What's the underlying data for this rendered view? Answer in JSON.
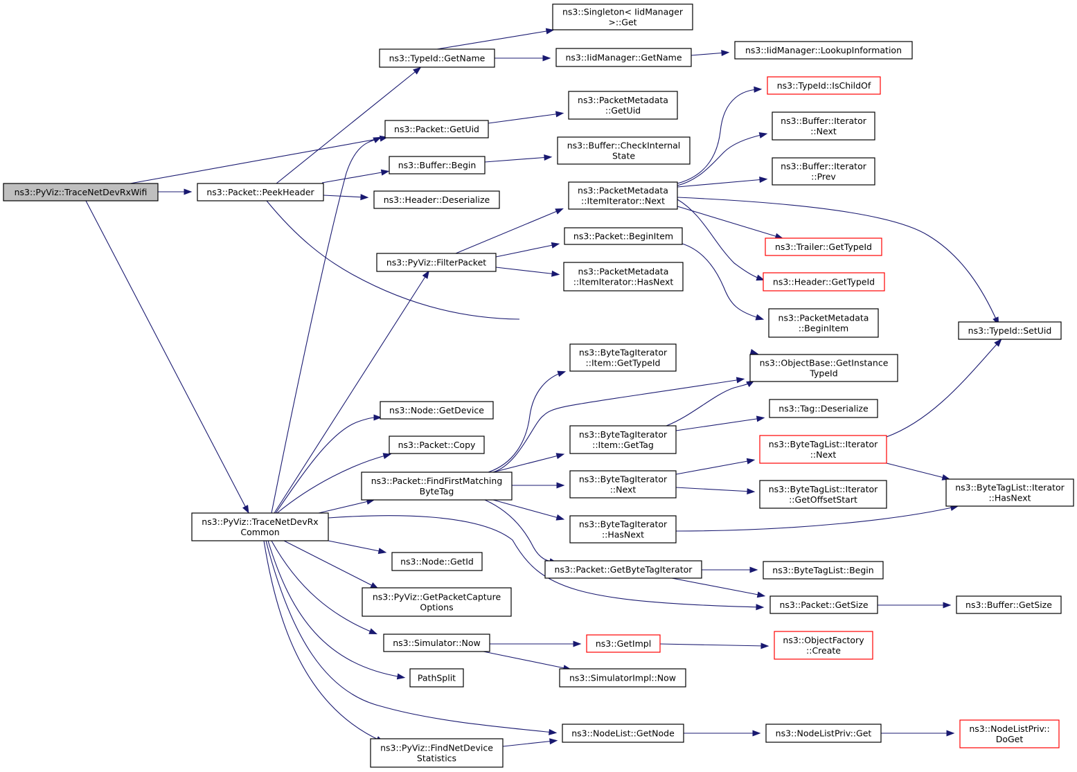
{
  "nodes": [
    {
      "id": "root",
      "lines": [
        "ns3::PyViz::TraceNetDevRxWifi"
      ],
      "style": "root"
    },
    {
      "id": "peek",
      "lines": [
        "ns3::Packet::PeekHeader"
      ],
      "style": "normal"
    },
    {
      "id": "common",
      "lines": [
        "ns3::PyViz::TraceNetDevRx",
        "Common"
      ],
      "style": "normal"
    },
    {
      "id": "typeid_getname",
      "lines": [
        "ns3::TypeId::GetName"
      ],
      "style": "normal"
    },
    {
      "id": "packet_getuid",
      "lines": [
        "ns3::Packet::GetUid"
      ],
      "style": "normal"
    },
    {
      "id": "buffer_begin",
      "lines": [
        "ns3::Buffer::Begin"
      ],
      "style": "normal"
    },
    {
      "id": "header_deser",
      "lines": [
        "ns3::Header::Deserialize"
      ],
      "style": "normal"
    },
    {
      "id": "filterpacket",
      "lines": [
        "ns3::PyViz::FilterPacket"
      ],
      "style": "normal"
    },
    {
      "id": "node_getdevice",
      "lines": [
        "ns3::Node::GetDevice"
      ],
      "style": "normal"
    },
    {
      "id": "packet_copy",
      "lines": [
        "ns3::Packet::Copy"
      ],
      "style": "normal"
    },
    {
      "id": "findfirst",
      "lines": [
        "ns3::Packet::FindFirstMatching",
        "ByteTag"
      ],
      "style": "normal"
    },
    {
      "id": "node_getid",
      "lines": [
        "ns3::Node::GetId"
      ],
      "style": "normal"
    },
    {
      "id": "getpacketcapture",
      "lines": [
        "ns3::PyViz::GetPacketCapture",
        "Options"
      ],
      "style": "normal"
    },
    {
      "id": "sim_now",
      "lines": [
        "ns3::Simulator::Now"
      ],
      "style": "normal"
    },
    {
      "id": "pathsplit",
      "lines": [
        "PathSplit"
      ],
      "style": "normal"
    },
    {
      "id": "findnetdev",
      "lines": [
        "ns3::PyViz::FindNetDevice",
        "Statistics"
      ],
      "style": "normal"
    },
    {
      "id": "singleton_get",
      "lines": [
        "ns3::Singleton< IidManager",
        ">::Get"
      ],
      "style": "normal"
    },
    {
      "id": "iid_getname",
      "lines": [
        "ns3::IidManager::GetName"
      ],
      "style": "normal"
    },
    {
      "id": "iid_lookup",
      "lines": [
        "ns3::IidManager::LookupInformation"
      ],
      "style": "normal"
    },
    {
      "id": "pm_getuid",
      "lines": [
        "ns3::PacketMetadata",
        "::GetUid"
      ],
      "style": "normal"
    },
    {
      "id": "buf_checkinternal",
      "lines": [
        "ns3::Buffer::CheckInternal",
        "State"
      ],
      "style": "normal"
    },
    {
      "id": "pm_iter_next",
      "lines": [
        "ns3::PacketMetadata",
        "::ItemIterator::Next"
      ],
      "style": "normal"
    },
    {
      "id": "packet_beginitem",
      "lines": [
        "ns3::Packet::BeginItem"
      ],
      "style": "normal"
    },
    {
      "id": "pm_iter_hasnext",
      "lines": [
        "ns3::PacketMetadata",
        "::ItemIterator::HasNext"
      ],
      "style": "normal"
    },
    {
      "id": "typeid_ischildof",
      "lines": [
        "ns3::TypeId::IsChildOf"
      ],
      "style": "trunc"
    },
    {
      "id": "bufiter_next",
      "lines": [
        "ns3::Buffer::Iterator",
        "::Next"
      ],
      "style": "normal"
    },
    {
      "id": "bufiter_prev",
      "lines": [
        "ns3::Buffer::Iterator",
        "::Prev"
      ],
      "style": "normal"
    },
    {
      "id": "trailer_gettypeid",
      "lines": [
        "ns3::Trailer::GetTypeId"
      ],
      "style": "trunc"
    },
    {
      "id": "header_gettypeid",
      "lines": [
        "ns3::Header::GetTypeId"
      ],
      "style": "trunc"
    },
    {
      "id": "pm_beginitem",
      "lines": [
        "ns3::PacketMetadata",
        "::BeginItem"
      ],
      "style": "normal"
    },
    {
      "id": "typeid_setuid",
      "lines": [
        "ns3::TypeId::SetUid"
      ],
      "style": "normal"
    },
    {
      "id": "objbase_getinst",
      "lines": [
        "ns3::ObjectBase::GetInstance",
        "TypeId"
      ],
      "style": "normal"
    },
    {
      "id": "bti_item_gettypeid",
      "lines": [
        "ns3::ByteTagIterator",
        "::Item::GetTypeId"
      ],
      "style": "normal"
    },
    {
      "id": "bti_item_gettag",
      "lines": [
        "ns3::ByteTagIterator",
        "::Item::GetTag"
      ],
      "style": "normal"
    },
    {
      "id": "bti_next",
      "lines": [
        "ns3::ByteTagIterator",
        "::Next"
      ],
      "style": "normal"
    },
    {
      "id": "bti_hasnext",
      "lines": [
        "ns3::ByteTagIterator",
        "::HasNext"
      ],
      "style": "normal"
    },
    {
      "id": "packet_getbytetagiter",
      "lines": [
        "ns3::Packet::GetByteTagIterator"
      ],
      "style": "normal"
    },
    {
      "id": "tag_deser",
      "lines": [
        "ns3::Tag::Deserialize"
      ],
      "style": "normal"
    },
    {
      "id": "btl_iter_next",
      "lines": [
        "ns3::ByteTagList::Iterator",
        "::Next"
      ],
      "style": "trunc"
    },
    {
      "id": "btl_iter_getoffset",
      "lines": [
        "ns3::ByteTagList::Iterator",
        "::GetOffsetStart"
      ],
      "style": "normal"
    },
    {
      "id": "btl_iter_hasnext",
      "lines": [
        "ns3::ByteTagList::Iterator",
        "::HasNext"
      ],
      "style": "normal"
    },
    {
      "id": "btl_begin",
      "lines": [
        "ns3::ByteTagList::Begin"
      ],
      "style": "normal"
    },
    {
      "id": "packet_getsize",
      "lines": [
        "ns3::Packet::GetSize"
      ],
      "style": "normal"
    },
    {
      "id": "buffer_getsize",
      "lines": [
        "ns3::Buffer::GetSize"
      ],
      "style": "normal"
    },
    {
      "id": "getimpl",
      "lines": [
        "ns3::GetImpl"
      ],
      "style": "trunc"
    },
    {
      "id": "objfactory_create",
      "lines": [
        "ns3::ObjectFactory",
        "::Create"
      ],
      "style": "trunc"
    },
    {
      "id": "simimpl_now",
      "lines": [
        "ns3::SimulatorImpl::Now"
      ],
      "style": "normal"
    },
    {
      "id": "nodelist_getnode",
      "lines": [
        "ns3::NodeList::GetNode"
      ],
      "style": "normal"
    },
    {
      "id": "nodelistpriv_get",
      "lines": [
        "ns3::NodeListPriv::Get"
      ],
      "style": "normal"
    },
    {
      "id": "nodelistpriv_doget",
      "lines": [
        "ns3::NodeListPriv::",
        "DoGet"
      ],
      "style": "trunc"
    }
  ],
  "edges": [
    [
      "root",
      "peek"
    ],
    [
      "root",
      "packet_getuid"
    ],
    [
      "root",
      "common"
    ],
    [
      "peek",
      "typeid_getname"
    ],
    [
      "peek",
      "buffer_begin"
    ],
    [
      "peek",
      "header_deser"
    ],
    [
      "peek",
      "objbase_getinst"
    ],
    [
      "typeid_getname",
      "singleton_get"
    ],
    [
      "typeid_getname",
      "iid_getname"
    ],
    [
      "iid_getname",
      "iid_lookup"
    ],
    [
      "packet_getuid",
      "pm_getuid"
    ],
    [
      "buffer_begin",
      "buf_checkinternal"
    ],
    [
      "common",
      "packet_getuid"
    ],
    [
      "common",
      "filterpacket"
    ],
    [
      "common",
      "node_getdevice"
    ],
    [
      "common",
      "packet_copy"
    ],
    [
      "common",
      "findfirst"
    ],
    [
      "common",
      "packet_getsize"
    ],
    [
      "common",
      "node_getid"
    ],
    [
      "common",
      "getpacketcapture"
    ],
    [
      "common",
      "sim_now"
    ],
    [
      "common",
      "pathsplit"
    ],
    [
      "common",
      "nodelist_getnode"
    ],
    [
      "common",
      "findnetdev"
    ],
    [
      "filterpacket",
      "pm_iter_next"
    ],
    [
      "filterpacket",
      "packet_beginitem"
    ],
    [
      "filterpacket",
      "pm_iter_hasnext"
    ],
    [
      "pm_iter_next",
      "typeid_ischildof"
    ],
    [
      "pm_iter_next",
      "bufiter_next"
    ],
    [
      "pm_iter_next",
      "bufiter_prev"
    ],
    [
      "pm_iter_next",
      "trailer_gettypeid"
    ],
    [
      "pm_iter_next",
      "header_gettypeid"
    ],
    [
      "pm_iter_next",
      "typeid_setuid"
    ],
    [
      "packet_beginitem",
      "pm_beginitem"
    ],
    [
      "findfirst",
      "bti_item_gettypeid"
    ],
    [
      "findfirst",
      "objbase_getinst"
    ],
    [
      "findfirst",
      "bti_item_gettag"
    ],
    [
      "findfirst",
      "bti_next"
    ],
    [
      "findfirst",
      "bti_hasnext"
    ],
    [
      "findfirst",
      "packet_getbytetagiter"
    ],
    [
      "bti_item_gettag",
      "objbase_getinst"
    ],
    [
      "bti_item_gettag",
      "tag_deser"
    ],
    [
      "bti_next",
      "btl_iter_next"
    ],
    [
      "bti_next",
      "btl_iter_getoffset"
    ],
    [
      "bti_hasnext",
      "btl_iter_hasnext"
    ],
    [
      "btl_iter_next",
      "typeid_setuid"
    ],
    [
      "btl_iter_next",
      "btl_iter_hasnext"
    ],
    [
      "packet_getbytetagiter",
      "btl_begin"
    ],
    [
      "packet_getbytetagiter",
      "packet_getsize"
    ],
    [
      "packet_getsize",
      "buffer_getsize"
    ],
    [
      "sim_now",
      "getimpl"
    ],
    [
      "sim_now",
      "simimpl_now"
    ],
    [
      "getimpl",
      "objfactory_create"
    ],
    [
      "findnetdev",
      "nodelist_getnode"
    ],
    [
      "nodelist_getnode",
      "nodelistpriv_get"
    ],
    [
      "nodelistpriv_get",
      "nodelistpriv_doget"
    ]
  ],
  "colors": {
    "edge": "#191970",
    "node_border": "#000000",
    "node_fill": "#ffffff",
    "root_fill": "#bfbfbf",
    "truncated_border": "#ff0000"
  }
}
